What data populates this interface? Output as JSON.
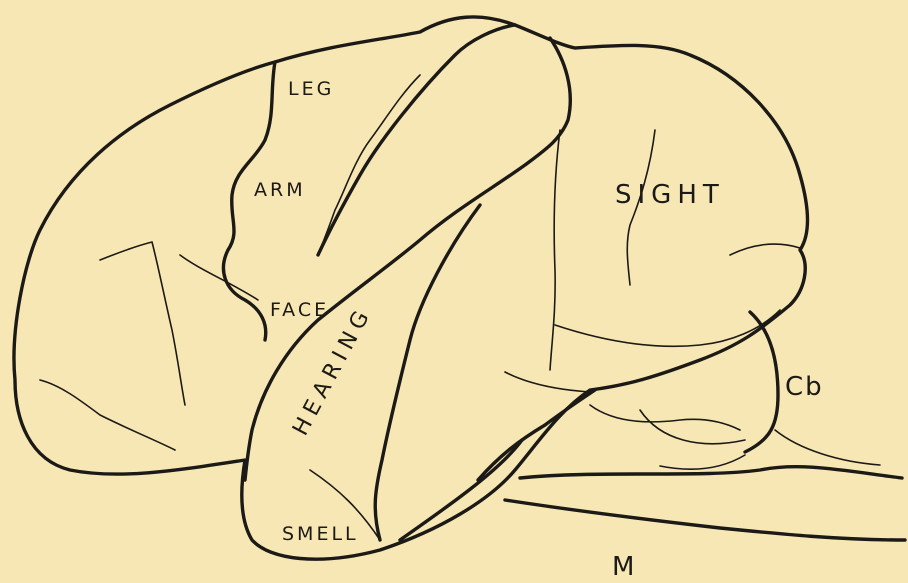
{
  "labels": {
    "leg": "LEG",
    "arm": "ARM",
    "face": "FACE",
    "sight": "SIGHT",
    "hearing": "HEARING",
    "smell": "SMELL",
    "cerebellum": "Cb",
    "medulla": "M"
  },
  "colors": {
    "paper": "#f7e7b4",
    "ink": "#1c1a16"
  }
}
